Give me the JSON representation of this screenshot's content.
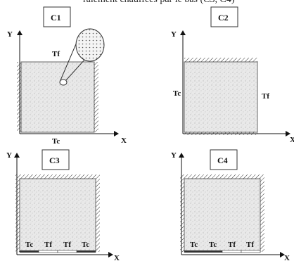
{
  "header_text": "ralement chauffées par le bas (C3, C4)",
  "panels": [
    {
      "id": "c1",
      "label": "C1",
      "axis_y": "Y",
      "axis_x": "X",
      "top_label": "Tf",
      "bottom_label": "Tc",
      "has_zoom_inset": true
    },
    {
      "id": "c2",
      "label": "C2",
      "axis_y": "Y",
      "axis_x": "X",
      "left_label": "Tc",
      "right_label": "Tf"
    },
    {
      "id": "c3",
      "label": "C3",
      "axis_y": "Y",
      "axis_x": "X",
      "bottom_segments": [
        "Tc",
        "Tf",
        "Tf",
        "Tc"
      ]
    },
    {
      "id": "c4",
      "label": "C4",
      "axis_y": "Y",
      "axis_x": "X",
      "bottom_segments": [
        "Tc",
        "Tc",
        "Tf",
        "Tf"
      ]
    }
  ]
}
